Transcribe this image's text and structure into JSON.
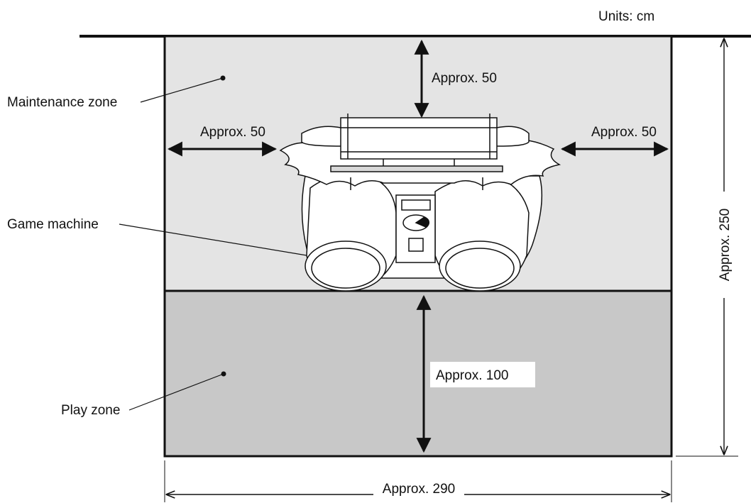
{
  "units_label": "Units: cm",
  "zones": {
    "maintenance": {
      "label": "Maintenance zone",
      "fill": "#e4e4e4"
    },
    "play": {
      "label": "Play zone",
      "fill": "#c8c8c8"
    }
  },
  "machine_label": "Game machine",
  "dimensions": {
    "top": "Approx. 50",
    "left": "Approx. 50",
    "right": "Approx. 50",
    "front": "Approx. 100",
    "depth": "Approx. 250",
    "width": "Approx. 290"
  }
}
